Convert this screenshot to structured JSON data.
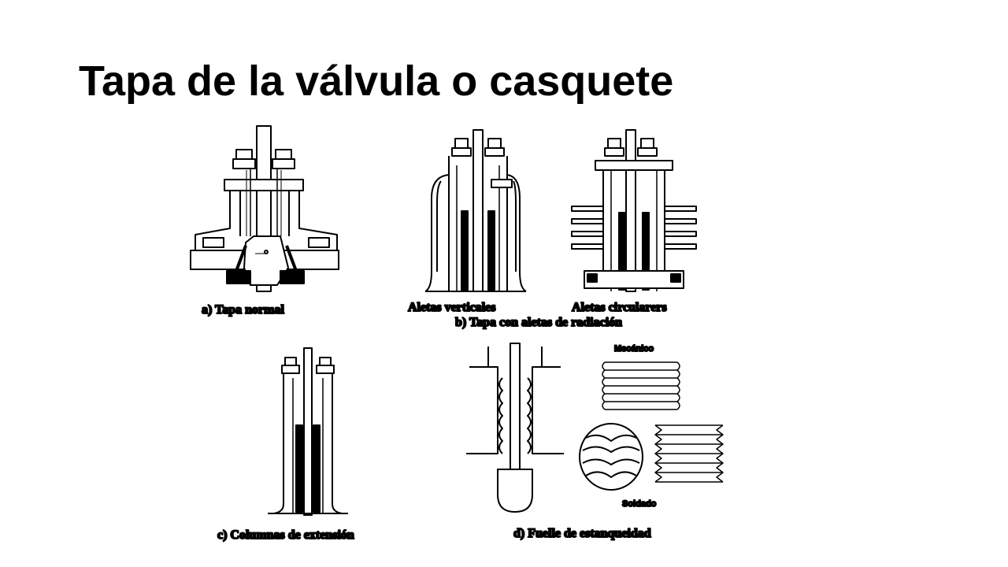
{
  "slide": {
    "title": "Tapa de la válvula o casquete"
  },
  "figure": {
    "a": {
      "caption": "a) Tapa normal"
    },
    "b": {
      "left_label": "Aletas verticales",
      "right_label": "Aletas circularers",
      "caption": "b) Tapa con aletas de radiación"
    },
    "c": {
      "caption": "c) Columnas de extensión"
    },
    "d": {
      "caption": "d) Fuelle de estanqueidad",
      "label_mechanical": "Mecánico",
      "label_welded": "Soldado"
    }
  }
}
